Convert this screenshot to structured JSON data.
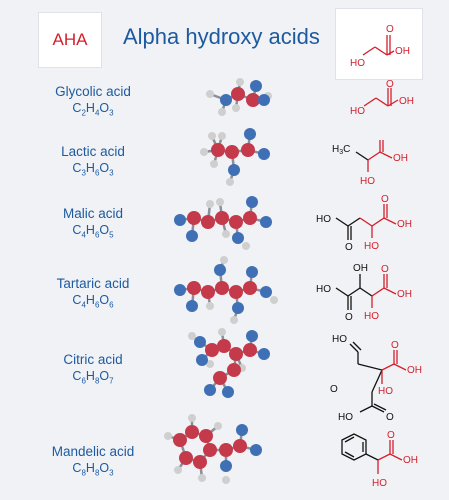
{
  "header": {
    "badge": "AHA",
    "title": "Alpha hydroxy acids"
  },
  "acids": [
    {
      "name": "Glycolic acid",
      "formula": [
        "C",
        "2",
        "H",
        "4",
        "O",
        "3"
      ]
    },
    {
      "name": "Lactic acid",
      "formula": [
        "C",
        "3",
        "H",
        "6",
        "O",
        "3"
      ]
    },
    {
      "name": "Malic acid",
      "formula": [
        "C",
        "4",
        "H",
        "6",
        "O",
        "5"
      ]
    },
    {
      "name": "Tartaric acid",
      "formula": [
        "C",
        "4",
        "H",
        "6",
        "O",
        "6"
      ]
    },
    {
      "name": "Citric acid",
      "formula": [
        "C",
        "6",
        "H",
        "8",
        "O",
        "7"
      ]
    },
    {
      "name": "Mandelic acid",
      "formula": [
        "C",
        "8",
        "H",
        "8",
        "O",
        "3"
      ]
    }
  ],
  "atom_labels": {
    "OH": "OH",
    "HO": "HO",
    "O": "O",
    "H3C_main": "H",
    "H3C_sub": "3",
    "H3C_tail": "C"
  },
  "colors": {
    "title_blue": "#1d5aa0",
    "badge_red": "#d41f2b",
    "structure_red": "#d41f2b",
    "structure_black": "#111111",
    "carbon_atom": "#c43a4a",
    "oxygen_atom": "#3f6fb5",
    "hydrogen_atom": "#cfcfcf",
    "background": "#f1f2f5"
  }
}
